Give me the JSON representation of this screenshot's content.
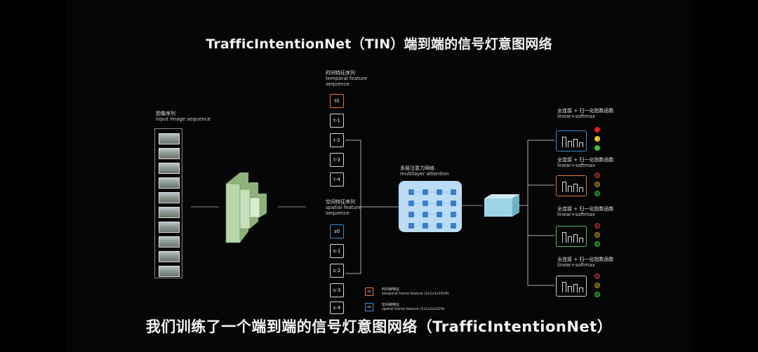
{
  "title": "TrafficIntentionNet（TIN）端到端的信号灯意图网络",
  "caption": "我们训练了一个端到端的信号灯意图网络（TrafficIntentionNet）",
  "input_seq": {
    "cn": "图像序列",
    "en": "input image sequence"
  },
  "temporal_seq": {
    "cn": "时间特征序列",
    "en": "temporal feature",
    "en2": "sequence",
    "items": [
      "t0",
      "t-1",
      "t-2",
      "t-3",
      "t-4"
    ]
  },
  "spatial_seq": {
    "cn": "空间特征序列",
    "en": "spatial feature",
    "en2": "sequence",
    "items": [
      "s0",
      "s-1",
      "s-2",
      "s-3",
      "s-4"
    ]
  },
  "attention": {
    "cn": "多层注意力网络",
    "en": "multilayer attention"
  },
  "heads": [
    {
      "cn": "全连接 + 归一化指数函数",
      "en": "linear+softmax",
      "color": "#3a8fd0",
      "dots": [
        "#e02020",
        "#e8c020",
        "#3cc03c"
      ]
    },
    {
      "cn": "全连接 + 归一化指数函数",
      "en": "linear+softmax",
      "color": "#e07a2e",
      "dots": [
        "#5a1a1a",
        "#5a4a10",
        "#1e5a1e"
      ]
    },
    {
      "cn": "全连接 + 归一化指数函数",
      "en": "linear+softmax",
      "color": "#4fbf4f",
      "dots": [
        "#5a1a1a",
        "#5a4a10",
        "#1e5a1e"
      ]
    },
    {
      "cn": "全连接 + 归一化指数函数",
      "en": "linear+softmax",
      "color": "#d0d0d0",
      "dots": [
        "#5a1a1a",
        "#5a4a10",
        "#1e5a1e"
      ]
    }
  ],
  "legend": [
    {
      "tag": "tx",
      "cn": "时间帧特征",
      "en": "temporal frame feature (1x1x1x1024)",
      "color": "#e07a2e"
    },
    {
      "tag": "sx",
      "cn": "空间帧特征",
      "en": "spatial frame feature (1x1x1x1024)",
      "color": "#3a8fd0"
    }
  ],
  "colors": {
    "cnn": "#b6d7a8",
    "attention": "#bcdcf5",
    "fc": "#9fd3e6"
  }
}
